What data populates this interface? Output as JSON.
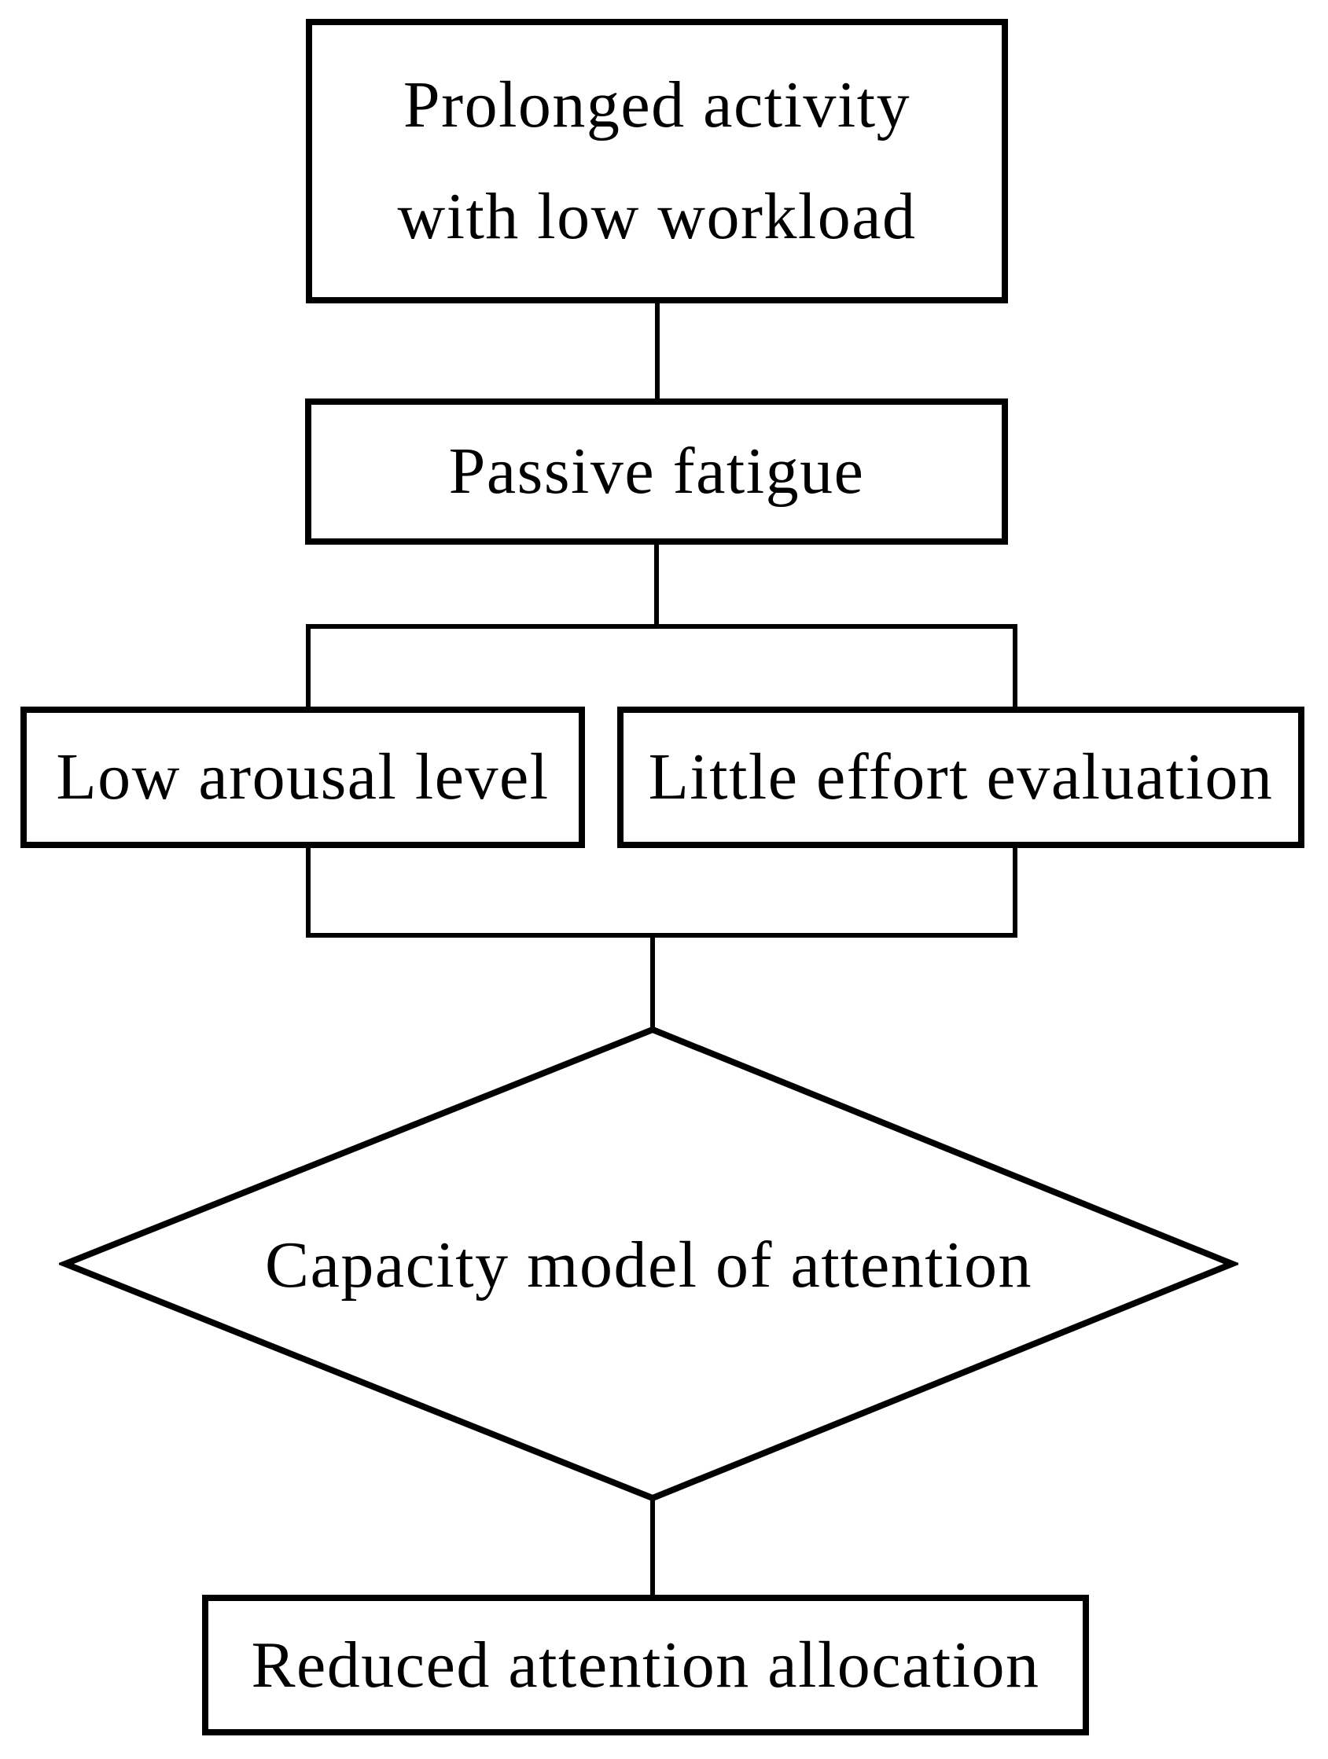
{
  "figure": {
    "background_color": "#ffffff",
    "line_color": "#000000",
    "nodes": {
      "prolonged": {
        "shape": "rectangle",
        "line1": "Prolonged activity",
        "line2": "with low workload"
      },
      "passive": {
        "shape": "rectangle",
        "label": "Passive fatigue"
      },
      "low_arousal": {
        "shape": "rectangle",
        "label": "Low arousal level"
      },
      "little_effort": {
        "shape": "rectangle",
        "label": "Little effort evaluation"
      },
      "capacity": {
        "shape": "diamond",
        "line1": "Capacity model of",
        "line2": "attention"
      },
      "reduced": {
        "shape": "rectangle",
        "label": "Reduced attention allocation"
      }
    },
    "edges": [
      {
        "from": "prolonged",
        "to": "passive"
      },
      {
        "from": "passive",
        "to": "low_arousal"
      },
      {
        "from": "passive",
        "to": "little_effort"
      },
      {
        "from": "low_arousal",
        "to": "capacity"
      },
      {
        "from": "little_effort",
        "to": "capacity"
      },
      {
        "from": "capacity",
        "to": "reduced"
      }
    ]
  }
}
